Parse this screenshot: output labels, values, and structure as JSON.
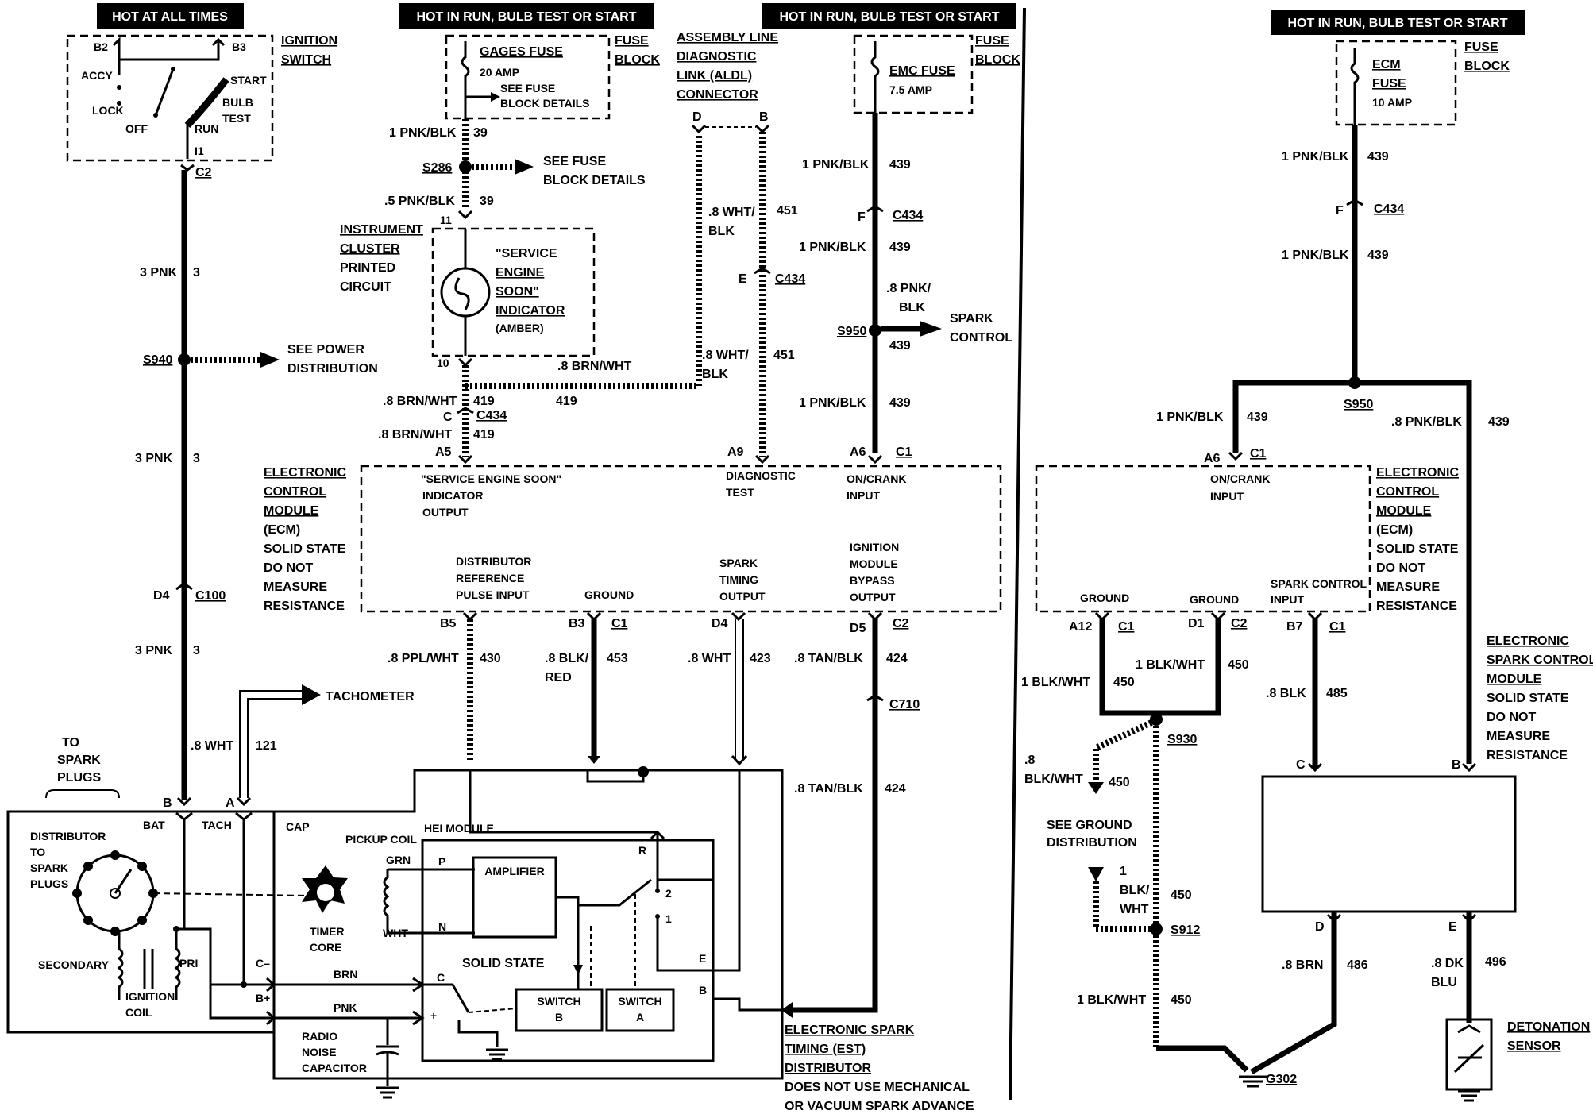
{
  "headers": {
    "hot_all": "HOT AT ALL TIMES",
    "hot_run1": "HOT IN RUN, BULB TEST OR START",
    "hot_run2": "HOT IN RUN, BULB TEST OR START",
    "hot_run3": "HOT IN RUN, BULB TEST OR START"
  },
  "ignition": {
    "title1": "IGNITION",
    "title2": "SWITCH",
    "b2": "B2",
    "b3": "B3",
    "accy": "ACCY",
    "lock": "LOCK",
    "off": "OFF",
    "run": "RUN",
    "start": "START",
    "bulb": "BULB",
    "test": "TEST",
    "i1": "I1",
    "c2": "C2"
  },
  "left_branch": {
    "w1": "3 PNK",
    "c1": "3",
    "s940": "S940",
    "see_power1": "SEE POWER",
    "see_power2": "DISTRIBUTION",
    "w2": "3 PNK",
    "c2": "3",
    "d4": "D4",
    "c100": "C100",
    "w3": "3 PNK",
    "c3": "3",
    "tach": "TACHOMETER",
    "w4": ".8 WHT",
    "c4": "121",
    "to_spark1": "TO",
    "to_spark2": "SPARK",
    "to_spark3": "PLUGS"
  },
  "gages": {
    "fuse": "GAGES FUSE",
    "amp": "20 AMP",
    "see1": "SEE FUSE",
    "see2": "BLOCK DETAILS",
    "block1": "FUSE",
    "block2": "BLOCK",
    "w1": "1 PNK/BLK",
    "c1": "39",
    "s286": "S286",
    "see_fuse1": "SEE FUSE",
    "see_fuse2": "BLOCK DETAILS",
    "w2": ".5 PNK/BLK",
    "c2": "39",
    "pin11": "11",
    "cluster1": "INSTRUMENT",
    "cluster2": "CLUSTER",
    "cluster3": "PRINTED",
    "cluster4": "CIRCUIT",
    "ses1": "\"SERVICE",
    "ses2": "ENGINE",
    "ses3": "SOON\"",
    "ses4": "INDICATOR",
    "ses5": "(AMBER)",
    "pin10": "10",
    "w3": ".8 BRN/WHT",
    "c3": "419",
    "c3b": "419",
    "w3b": ".8 BRN/WHT",
    "conn_c": "C",
    "c434": "C434",
    "w4": ".8 BRN/WHT",
    "c4": "419"
  },
  "aldl": {
    "l1": "ASSEMBLY LINE",
    "l2": "DIAGNOSTIC",
    "l3": "LINK (ALDL)",
    "l4": "CONNECTOR",
    "pin_d": "D",
    "pin_b": "B",
    "w1": ".8 WHT/",
    "w1b": "BLK",
    "c1": "451",
    "pin_e": "E",
    "c434": "C434",
    "w2": ".8 WHT/",
    "w2b": "BLK",
    "c2": "451"
  },
  "emc": {
    "fuse": "EMC FUSE",
    "amp": "7.5 AMP",
    "block1": "FUSE",
    "block2": "BLOCK",
    "w1": "1 PNK/BLK",
    "c1": "439",
    "pin_f": "F",
    "c434": "C434",
    "w2": "1 PNK/BLK",
    "c2": "439",
    "w3": ".8 PNK/",
    "w3b": "BLK",
    "s950": "S950",
    "spark1": "SPARK",
    "spark2": "CONTROL",
    "c3": "439",
    "w4": "1 PNK/BLK",
    "c4": "439"
  },
  "ecm": {
    "t1": "ELECTRONIC",
    "t2": "CONTROL",
    "t3": "MODULE",
    "t4": "(ECM)",
    "t5": "SOLID STATE",
    "t6": "DO NOT",
    "t7": "MEASURE",
    "t8": "RESISTANCE",
    "a5": "A5",
    "a9": "A9",
    "a6": "A6",
    "c1": "C1",
    "ses1": "\"SERVICE ENGINE SOON\"",
    "ses2": "INDICATOR",
    "ses3": "OUTPUT",
    "diag1": "DIAGNOSTIC",
    "diag2": "TEST",
    "onc1": "ON/CRANK",
    "onc2": "INPUT",
    "dist1": "DISTRIBUTOR",
    "dist2": "REFERENCE",
    "dist3": "PULSE INPUT",
    "gnd": "GROUND",
    "spk1": "SPARK",
    "spk2": "TIMING",
    "spk3": "OUTPUT",
    "ign1": "IGNITION",
    "ign2": "MODULE",
    "ign3": "BYPASS",
    "ign4": "OUTPUT",
    "b5": "B5",
    "b3": "B3",
    "c1b": "C1",
    "d4": "D4",
    "d5": "D5",
    "c2": "C2",
    "w_b5": ".8 PPL/WHT",
    "c_b5": "430",
    "w_b3": ".8 BLK/",
    "w_b3b": "RED",
    "c_b3": "453",
    "w_d4": ".8 WHT",
    "c_d4": "423",
    "w_d5": ".8 TAN/BLK",
    "c_d5": "424",
    "c710": "C710",
    "w_d5b": ".8 TAN/BLK",
    "c_d5b": "424"
  },
  "dist": {
    "b": "B",
    "a": "A",
    "bat": "BAT",
    "tach": "TACH",
    "cap": "CAP",
    "d1": "DISTRIBUTOR",
    "d2": "TO",
    "d3": "SPARK",
    "d4": "PLUGS",
    "sec": "SECONDARY",
    "pri": "PRI",
    "coil1": "IGNITION",
    "coil2": "COIL",
    "cminus": "C–",
    "bplus": "B+",
    "pickup": "PICKUP COIL",
    "grn": "GRN",
    "wht": "WHT",
    "p": "P",
    "n": "N",
    "timer1": "TIMER",
    "timer2": "CORE",
    "hei": "HEI MODULE",
    "amp": "AMPLIFIER",
    "solid": "SOLID STATE",
    "brn": "BRN",
    "pnk": "PNK",
    "c": "C",
    "plus": "+",
    "r": "R",
    "two": "2",
    "one": "1",
    "e": "E",
    "b2": "B",
    "swb1": "SWITCH",
    "swb2": "B",
    "swa1": "SWITCH",
    "swa2": "A",
    "radio1": "RADIO",
    "radio2": "NOISE",
    "radio3": "CAPACITOR",
    "est1": "ELECTRONIC SPARK",
    "est2": "TIMING (EST)",
    "est3": "DISTRIBUTOR",
    "est4": "DOES NOT USE MECHANICAL",
    "est5": "OR VACUUM SPARK ADVANCE"
  },
  "right": {
    "ecm_fuse1": "ECM",
    "ecm_fuse2": "FUSE",
    "amp": "10 AMP",
    "block1": "FUSE",
    "block2": "BLOCK",
    "w1": "1 PNK/BLK",
    "c1": "439",
    "pin_f": "F",
    "c434": "C434",
    "w2": "1 PNK/BLK",
    "c2": "439",
    "s950": "S950",
    "w3": "1 PNK/BLK",
    "c3": "439",
    "w4": ".8 PNK/BLK",
    "c4": "439",
    "a6": "A6",
    "c1b": "C1",
    "onc1": "ON/CRANK",
    "onc2": "INPUT",
    "t1": "ELECTRONIC",
    "t2": "CONTROL",
    "t3": "MODULE",
    "t4": "(ECM)",
    "t5": "SOLID STATE",
    "t6": "DO NOT",
    "t7": "MEASURE",
    "t8": "RESISTANCE",
    "gnd1": "GROUND",
    "gnd2": "GROUND",
    "sc1": "SPARK CONTROL",
    "sc2": "INPUT",
    "a12": "A12",
    "c1c": "C1",
    "d1": "D1",
    "c2b": "C2",
    "b7": "B7",
    "c1d": "C1",
    "w5": "1 BLK/WHT",
    "c5": "450",
    "w6": "1 BLK/WHT",
    "c6": "450",
    "w7": ".8 BLK",
    "c7": "485",
    "s930": "S930",
    "w8a": ".8",
    "w8b": "BLK/WHT",
    "c8": "450",
    "see_g1": "SEE GROUND",
    "see_g2": "DISTRIBUTION",
    "w9a": "1",
    "w9b": "BLK/",
    "w9c": "WHT",
    "c9": "450",
    "s912": "S912",
    "w10": "1 BLK/WHT",
    "c10": "450",
    "g302": "G302",
    "esc1": "ELECTRONIC",
    "esc2": "SPARK CONTROL",
    "esc3": "MODULE",
    "esc4": "SOLID STATE",
    "esc5": "DO NOT",
    "esc6": "MEASURE",
    "esc7": "RESISTANCE",
    "pin_c": "C",
    "pin_b": "B",
    "pin_d": "D",
    "pin_e": "E",
    "w11": ".8 BRN",
    "c11": "486",
    "w12a": ".8 DK",
    "w12b": "BLU",
    "c12": "496",
    "det1": "DETONATION",
    "det2": "SENSOR"
  }
}
